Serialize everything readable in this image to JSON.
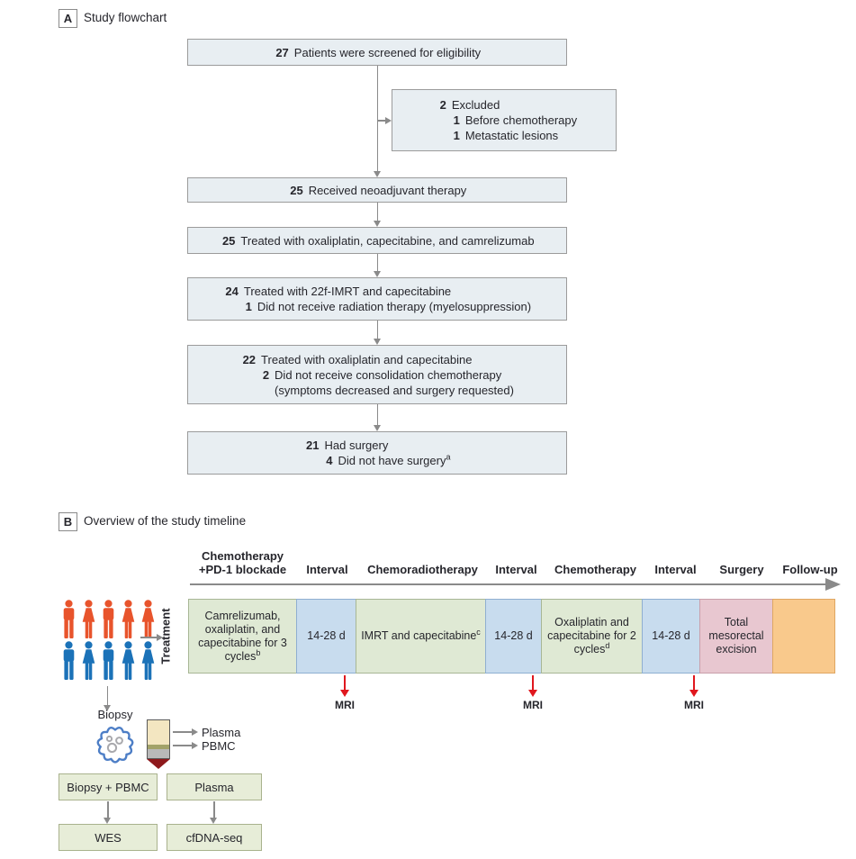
{
  "colors": {
    "text": "#26262c",
    "flow_fill": "#e8eef2",
    "flow_border": "#9b9b9b",
    "red": "#e0171e"
  },
  "panelA": {
    "label": "A",
    "title": "Study flowchart",
    "boxes": [
      {
        "id": "screened",
        "lines": [
          {
            "num": "27",
            "text": "Patients were screened for eligibility"
          }
        ]
      },
      {
        "id": "excluded",
        "lines": [
          {
            "num": "2",
            "text": "Excluded"
          },
          {
            "num": "1",
            "text": "Before chemotherapy",
            "indent": 1
          },
          {
            "num": "1",
            "text": "Metastatic lesions",
            "indent": 1
          }
        ]
      },
      {
        "id": "neoadjuvant",
        "lines": [
          {
            "num": "25",
            "text": "Received neoadjuvant therapy"
          }
        ]
      },
      {
        "id": "oxali",
        "lines": [
          {
            "num": "25",
            "text": "Treated with oxaliplatin, capecitabine, and camrelizumab"
          }
        ]
      },
      {
        "id": "imrt",
        "lines": [
          {
            "num": "24",
            "text": "Treated with 22f-IMRT and capecitabine"
          },
          {
            "num": "1",
            "text": "Did not receive radiation therapy (myelosuppression)",
            "indent": 1
          }
        ]
      },
      {
        "id": "consolidation",
        "lines": [
          {
            "num": "22",
            "text": "Treated with oxaliplatin and capecitabine"
          },
          {
            "num": "2",
            "text": "Did not receive consolidation chemotherapy",
            "indent": 1
          },
          {
            "num": "",
            "text": "(symptoms decreased and surgery requested)",
            "indent": 1
          }
        ]
      },
      {
        "id": "surgery",
        "lines": [
          {
            "num": "21",
            "text": "Had surgery"
          },
          {
            "num": "4",
            "text": "Did not have surgery",
            "sup": "a",
            "indent": 1
          }
        ]
      }
    ]
  },
  "panelB": {
    "label": "B",
    "title": "Overview of the study timeline",
    "treatment_label": "Treatment",
    "phases": [
      {
        "header": "Chemotherapy",
        "header2": "+PD-1 blockade",
        "cell": "Camrelizumab, oxaliplatin, and capecitabine for 3 cycles",
        "sup": "b",
        "fill": "#dfe9d4",
        "border": "#a8b695"
      },
      {
        "header": "Interval",
        "cell": "14-28 d",
        "fill": "#c8dcee",
        "border": "#8fafd1"
      },
      {
        "header": "Chemoradiotherapy",
        "cell": "IMRT and capecitabine",
        "sup": "c",
        "fill": "#dfe9d4",
        "border": "#a8b695"
      },
      {
        "header": "Interval",
        "cell": "14-28 d",
        "fill": "#c8dcee",
        "border": "#8fafd1"
      },
      {
        "header": "Chemotherapy",
        "cell": "Oxaliplatin and capecitabine for 2 cycles",
        "sup": "d",
        "fill": "#dfe9d4",
        "border": "#a8b695"
      },
      {
        "header": "Interval",
        "cell": "14-28 d",
        "fill": "#c8dcee",
        "border": "#8fafd1"
      },
      {
        "header": "Surgery",
        "cell": "Total mesorectal excision",
        "fill": "#e8c7d0",
        "border": "#c99fab"
      },
      {
        "header": "Follow-up",
        "cell": "",
        "fill": "#f9c98c",
        "border": "#dfa763"
      }
    ],
    "mri_markers": [
      "MRI",
      "MRI",
      "MRI"
    ],
    "cohort": {
      "rows": [
        {
          "color": "#e8542c",
          "pattern": [
            "m",
            "f",
            "m",
            "f",
            "f"
          ]
        },
        {
          "color": "#1b72b8",
          "pattern": [
            "m",
            "f",
            "m",
            "f",
            "f"
          ]
        }
      ]
    },
    "biopsy": {
      "label": "Biopsy",
      "tube_labels": [
        "Plasma",
        "PBMC"
      ],
      "boxes": [
        {
          "label": "Biopsy + PBMC"
        },
        {
          "label": "Plasma"
        },
        {
          "label": "WES"
        },
        {
          "label": "cfDNA-seq"
        }
      ]
    }
  }
}
